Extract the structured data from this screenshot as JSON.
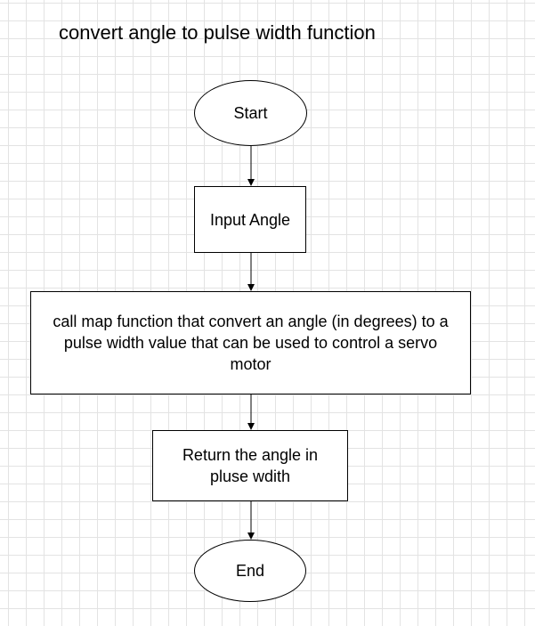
{
  "diagram": {
    "title": "convert angle to pulse width function",
    "nodes": {
      "start": {
        "shape": "ellipse",
        "label": "Start"
      },
      "input": {
        "shape": "rectangle",
        "label": "Input Angle"
      },
      "process": {
        "shape": "rectangle",
        "label": "call map function that convert an angle (in degrees) to a pulse width value that can be used to control a servo motor"
      },
      "return": {
        "shape": "rectangle",
        "label": "Return the angle in pluse wdith"
      },
      "end": {
        "shape": "ellipse",
        "label": "End"
      }
    },
    "edges": [
      {
        "from": "start",
        "to": "input"
      },
      {
        "from": "input",
        "to": "process"
      },
      {
        "from": "process",
        "to": "return"
      },
      {
        "from": "return",
        "to": "end"
      }
    ],
    "colors": {
      "stroke": "#000000",
      "fill": "#ffffff",
      "grid": "#e3e3e3"
    }
  }
}
